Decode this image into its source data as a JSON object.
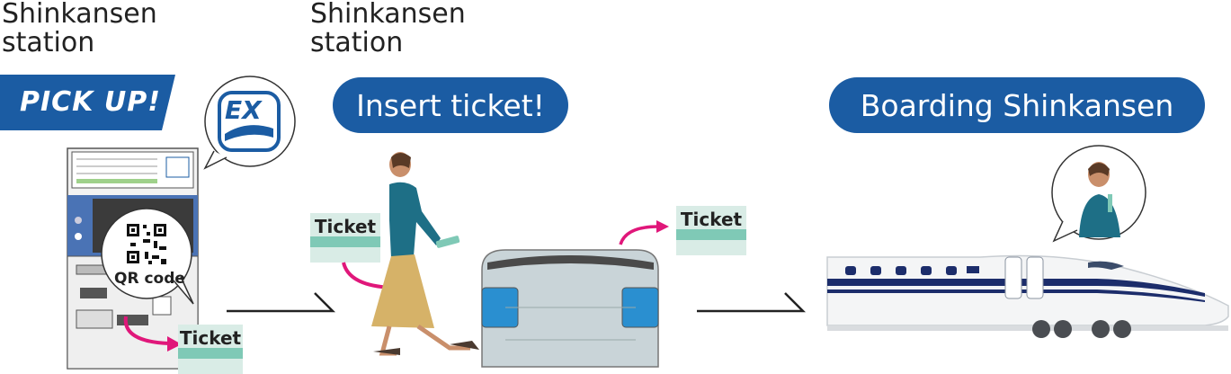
{
  "steps": {
    "step1": {
      "station_label_line1": "Shinkansen",
      "station_label_line2": "station",
      "banner_label": "PICK UP!",
      "app_badge_text": "EX",
      "qr_label": "QR code",
      "ticket_label": "Ticket"
    },
    "step2": {
      "station_label_line1": "Shinkansen",
      "station_label_line2": "station",
      "pill_label": "Insert ticket!",
      "ticket_in_label": "Ticket",
      "ticket_out_label": "Ticket"
    },
    "step3": {
      "pill_label": "Boarding  Shinkansen"
    }
  },
  "colors": {
    "accent_blue": "#1b5ca3",
    "magenta_arrow": "#e0177a",
    "ticket_green": "#7fc9b6",
    "ticket_bg": "#d9ece6",
    "gate_blue": "#2a8fd0",
    "jacket_teal": "#1e6f86",
    "skirt_tan": "#d6b268"
  }
}
